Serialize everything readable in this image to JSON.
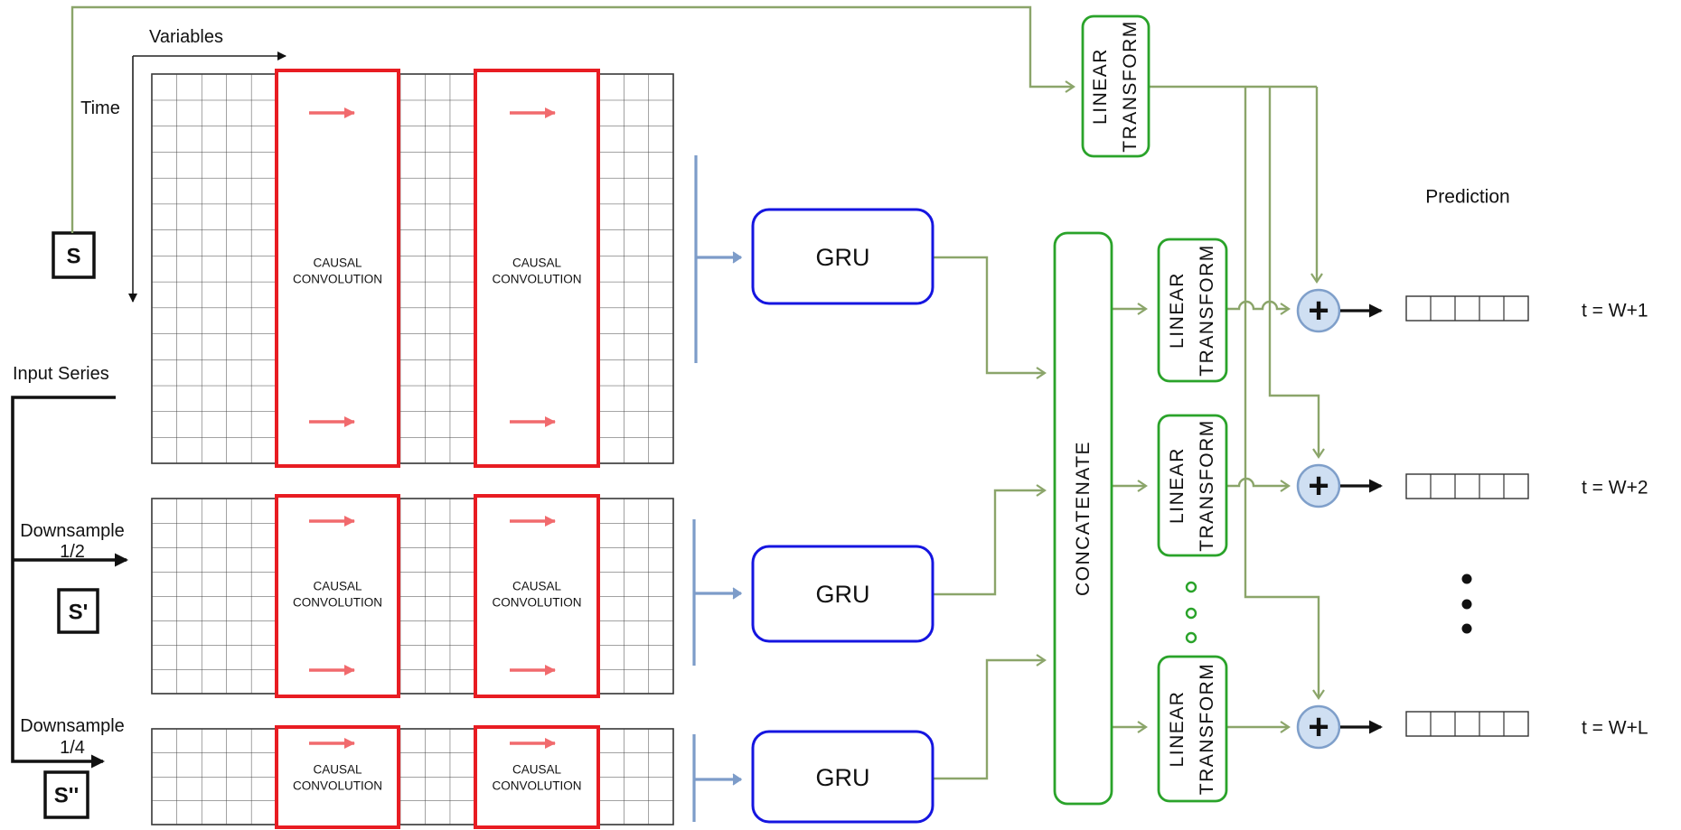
{
  "colors": {
    "line_olive": "#8ba56a",
    "box_green": "#2aa32a",
    "box_blue": "#1515e0",
    "steel_blue": "#7d9cc9",
    "plus_fill": "#cfdff2",
    "plus_stroke": "#7f9fca",
    "red_box": "#e81c22",
    "red_arrow": "#f16a6d",
    "ink": "#111111",
    "grid_line": "#454545"
  },
  "axes": {
    "variables": "Variables",
    "time": "Time"
  },
  "input": {
    "series_label": "Input Series",
    "s": "S",
    "s_prime": "S'",
    "s_double_prime": "S''",
    "downsample_half": {
      "line1": "Downsample",
      "line2": "1/2"
    },
    "downsample_quarter": {
      "line1": "Downsample",
      "line2": "1/4"
    }
  },
  "blocks": {
    "causal_convolution": {
      "line1": "CAUSAL",
      "line2": "CONVOLUTION"
    },
    "gru": "GRU",
    "concatenate": "CONCATENATE",
    "linear_transform": {
      "line1": "LINEAR",
      "line2": "TRANSFORM"
    },
    "sum": "+"
  },
  "output": {
    "prediction_label": "Prediction",
    "timesteps": [
      "t = W+1",
      "t = W+2",
      "t = W+L"
    ]
  }
}
